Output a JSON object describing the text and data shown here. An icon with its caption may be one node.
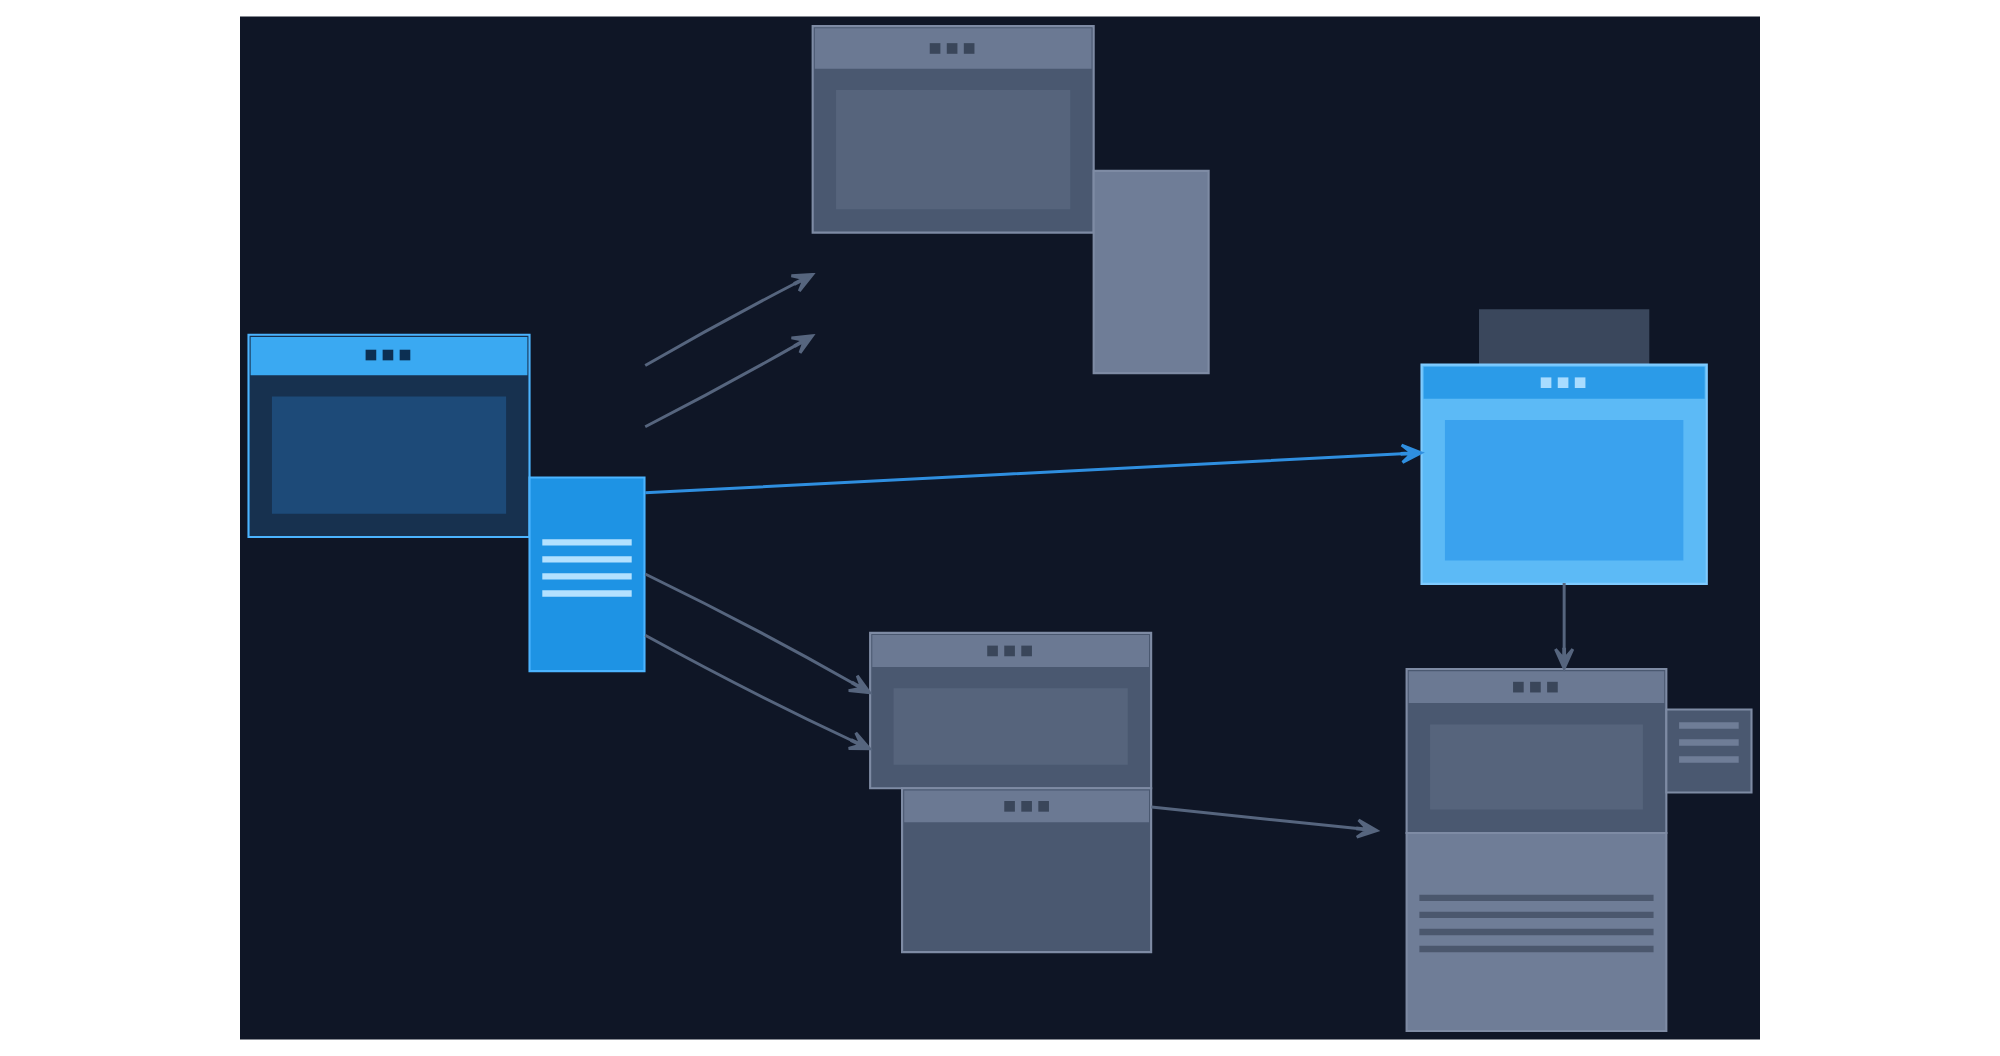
{
  "diagram": {
    "nodes": [
      {
        "text": [],
        "shape": "picture"
      },
      {
        "text": [],
        "shape": "picture"
      },
      {
        "text": [],
        "shape": "picture"
      },
      {
        "text": [],
        "shape": "picture"
      },
      {
        "text": [],
        "shape": "picture"
      }
    ],
    "edges": [
      {
        "from": 0,
        "to": 1,
        "arrow": "to"
      },
      {
        "from": 0,
        "to": 2,
        "arrow": "to"
      },
      {
        "from": 0,
        "to": 1,
        "arrow": "to"
      },
      {
        "from": 0,
        "to": 2,
        "arrow": "to"
      },
      {
        "from": 0,
        "to": 3,
        "arrow": "to",
        "color": "#2f8fe0"
      },
      {
        "from": 3,
        "to": 4,
        "arrow": "to"
      },
      {
        "from": 2,
        "to": 4,
        "arrow": "to"
      }
    ]
  }
}
